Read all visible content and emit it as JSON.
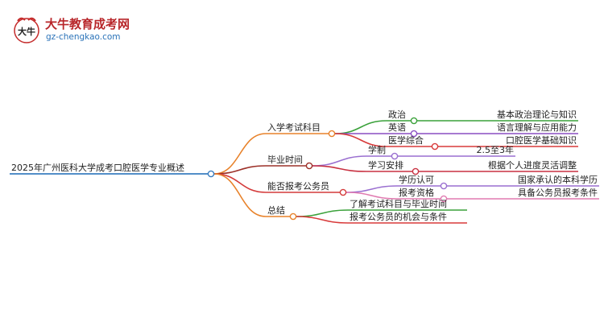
{
  "logo": {
    "title": "大牛教育成考网",
    "url": "gz-chengkao.com",
    "mark_text": "大牛"
  },
  "mindmap": {
    "root": "2025年广州医科大学成考口腔医学专业概述",
    "branches": [
      {
        "label": "入学考试科目",
        "color": "#e8822a",
        "children": [
          {
            "label": "政治",
            "color": "#3aa13a",
            "leaf": "基本政治理论与知识"
          },
          {
            "label": "英语",
            "color": "#8a4fc2",
            "leaf": "语言理解与应用能力"
          },
          {
            "label": "医学综合",
            "color": "#d83a3a",
            "leaf": "口腔医学基础知识"
          }
        ]
      },
      {
        "label": "毕业时间",
        "color": "#9c3028",
        "children": [
          {
            "label": "学制",
            "color": "#9a6fd0",
            "leaf": "2.5至3年"
          },
          {
            "label": "学习安排",
            "color": "#c83040",
            "leaf": "根据个人进度灵活调整"
          }
        ]
      },
      {
        "label": "能否报考公务员",
        "color": "#d43a3a",
        "children": [
          {
            "label": "学历认可",
            "color": "#9a6fd0",
            "leaf": "国家承认的本科学历"
          },
          {
            "label": "报考资格",
            "color": "#e07ab0",
            "leaf": "具备公务员报考条件"
          }
        ]
      },
      {
        "label": "总结",
        "color": "#e8822a",
        "children": [
          {
            "label": "了解考试科目与毕业时间",
            "color": "#3aa13a"
          },
          {
            "label": "报考公务员的机会与条件",
            "color": "#d83a3a"
          }
        ]
      }
    ],
    "root_color": "#3a7ec0"
  }
}
